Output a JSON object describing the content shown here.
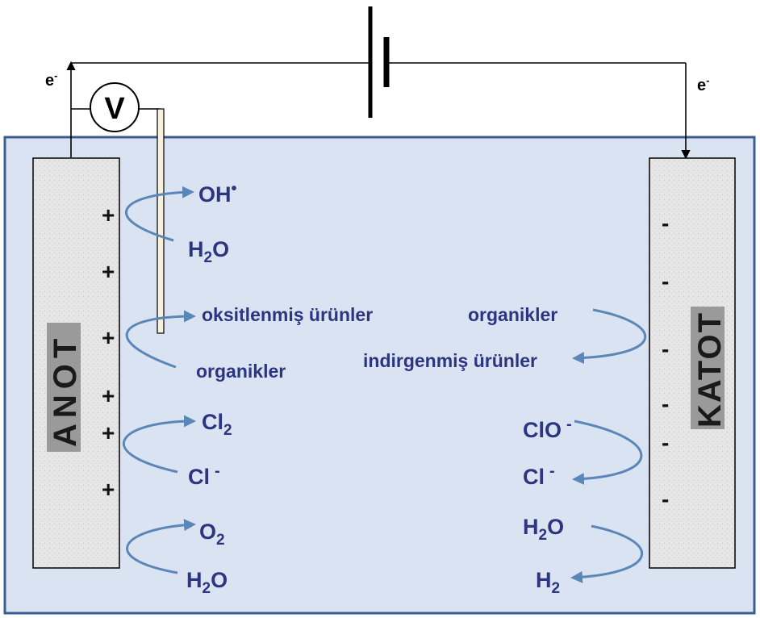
{
  "colors": {
    "electrolyte": "#dae3f1",
    "electrolyte_border": "#3b5d8f",
    "electrode": "#e6e6e6",
    "label_text": "#2c3580",
    "arrow": "#5b87b8"
  },
  "circuit": {
    "electron_left": {
      "base": "e",
      "sup": "-"
    },
    "electron_right": {
      "base": "e",
      "sup": "-"
    },
    "voltmeter": "V"
  },
  "anode": {
    "label": "ANOT",
    "signs": [
      "+",
      "+",
      "+",
      "+",
      "+",
      "+"
    ],
    "reactions": [
      {
        "product": {
          "base": "OH",
          "sup": "•"
        },
        "reactant": {
          "base": "H",
          "sub": "2",
          "after": "O"
        }
      },
      {
        "product": {
          "base": "oksitlenmiş ürünler"
        },
        "reactant": {
          "base": "organikler"
        }
      },
      {
        "product": {
          "base": "Cl",
          "sub": "2"
        },
        "reactant": {
          "base": "Cl",
          "sup": "-"
        }
      },
      {
        "product": {
          "base": "O",
          "sub": "2"
        },
        "reactant": {
          "base": "H",
          "sub": "2",
          "after": "O"
        }
      }
    ]
  },
  "cathode": {
    "label": "KATOT",
    "signs": [
      "-",
      "-",
      "-",
      "-",
      "-",
      "-"
    ],
    "reactions": [
      {
        "reactant": {
          "base": "organikler"
        },
        "product": {
          "base": "indirgenmiş ürünler"
        }
      },
      {
        "reactant": {
          "base": "ClO",
          "sup": "-"
        },
        "product": {
          "base": "Cl",
          "sup": "-"
        }
      },
      {
        "reactant": {
          "base": "H",
          "sub": "2",
          "after": "O"
        },
        "product": {
          "base": "H",
          "sub": "2"
        }
      }
    ]
  }
}
